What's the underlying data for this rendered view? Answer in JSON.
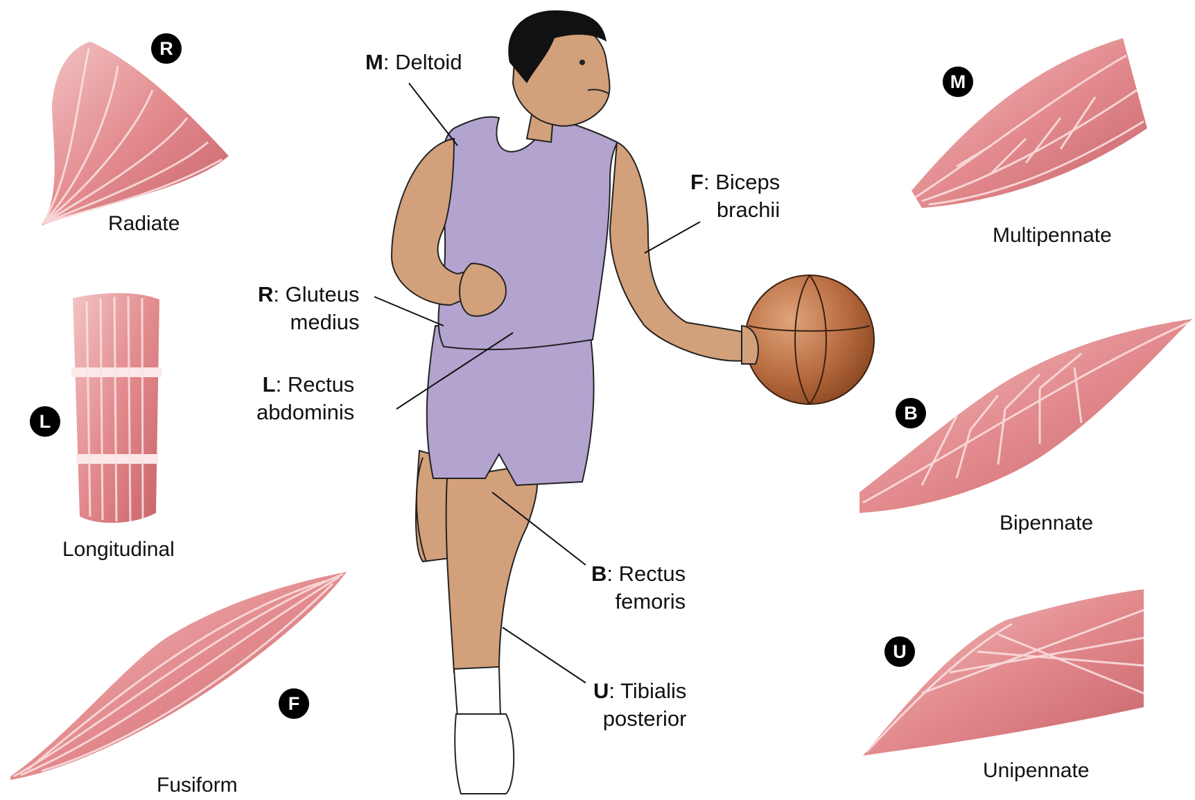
{
  "muscle_types": {
    "radiate": {
      "letter": "R",
      "caption": "Radiate"
    },
    "longitudinal": {
      "letter": "L",
      "caption": "Longitudinal"
    },
    "fusiform": {
      "letter": "F",
      "caption": "Fusiform"
    },
    "multipennate": {
      "letter": "M",
      "caption": "Multipennate"
    },
    "bipennate": {
      "letter": "B",
      "caption": "Bipennate"
    },
    "unipennate": {
      "letter": "U",
      "caption": "Unipennate"
    }
  },
  "labels": {
    "deltoid": {
      "letter": "M",
      "line1": "Deltoid",
      "line2": ""
    },
    "biceps": {
      "letter": "F",
      "line1": "Biceps",
      "line2": "brachii"
    },
    "gluteus": {
      "letter": "R",
      "line1": "Gluteus",
      "line2": "medius"
    },
    "rectus_ab": {
      "letter": "L",
      "line1": "Rectus",
      "line2": "abdominis"
    },
    "rectus_fem": {
      "letter": "B",
      "line1": "Rectus",
      "line2": "femoris"
    },
    "tibialis": {
      "letter": "U",
      "line1": "Tibialis",
      "line2": "posterior"
    }
  },
  "colors": {
    "muscle": "#e49597",
    "muscle_dark": "#c9646b",
    "skin": "#d2a07a",
    "shirt": "#b3a3cf",
    "ball": "#b5693f",
    "hair": "#111111"
  }
}
